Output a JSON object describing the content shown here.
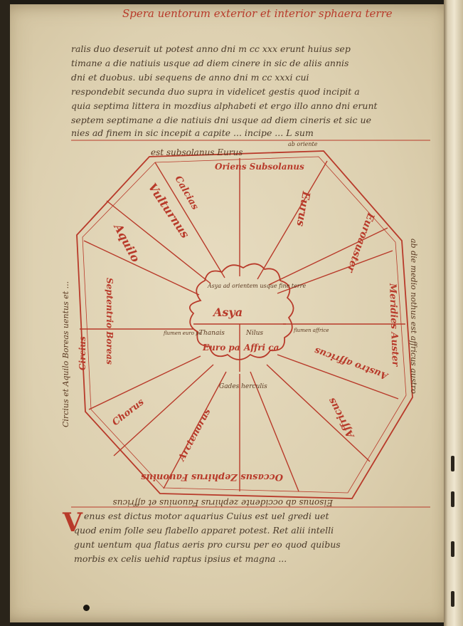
{
  "manuscript": {
    "heading": "Spera uentorum exterior et interior sphaera terre",
    "top_lines": [
      "ralis duo deseruit ut potest anno dni m cc xxx erunt huius sep",
      "timane a die natiuis usque ad diem cinere in sic de aliis annis",
      "dni et duobus. ubi sequens de anno dni m cc xxxi cui",
      "respondebit secunda duo supra in videlicet gestis quod incipit a",
      "quia septima littera in mozdius alphabeti et ergo illo anno dni erunt",
      "septem septimane a die natiuis dni usque ad diem cineris et sic ue",
      "nies ad finem in sic incepit a capite ... incipe ... L sum"
    ],
    "bottom_lines": [
      "enus est dictus motor aquarius Cuius est uel gredi uet",
      "quod enim folle seu flabello apparet potest. Ret alii intelli",
      "gunt uentum qua flatus aeris pro cursu per eo quod quibus",
      "morbis ex celis uehid raptus ipsius et magna ..."
    ],
    "drop_cap": "V",
    "colors": {
      "ink": "#4a3a2a",
      "rubric": "#b83a2a",
      "parchment": "#e2d6b8"
    }
  },
  "diagram": {
    "top_caption": "est subsolanus Eurus",
    "top_caption_right": "ab oriente",
    "right_caption": "ab die medio nothus est affricus austro",
    "left_caption": "Circius et Aquilo Boreas uentus et ...",
    "bottom_caption": "Eisonus ab occidente zephirus Fauonius et affricus",
    "center_note": "Asya ad orientem usque fine terre",
    "center_labels": {
      "asya": "Asya",
      "europa": "Euro pa",
      "affrica": "Affri ca",
      "tanais": "Thanais",
      "nilus": "Nilus",
      "flumen_left": "flumen euro pe",
      "flumen_right": "flumen affrice",
      "gades": "Gades herculis"
    },
    "winds": [
      "Oriens Subsolanus",
      "Eurus",
      "Euroauster",
      "Meridies Auster",
      "Austro affricus",
      "Affricus",
      "Occasus Zephirus Fauonius",
      "Circius",
      "Septentrio Boreas",
      "Aquilo",
      "Vulturnus",
      "Calcias",
      "Chorus",
      "Arctenorus"
    ]
  }
}
